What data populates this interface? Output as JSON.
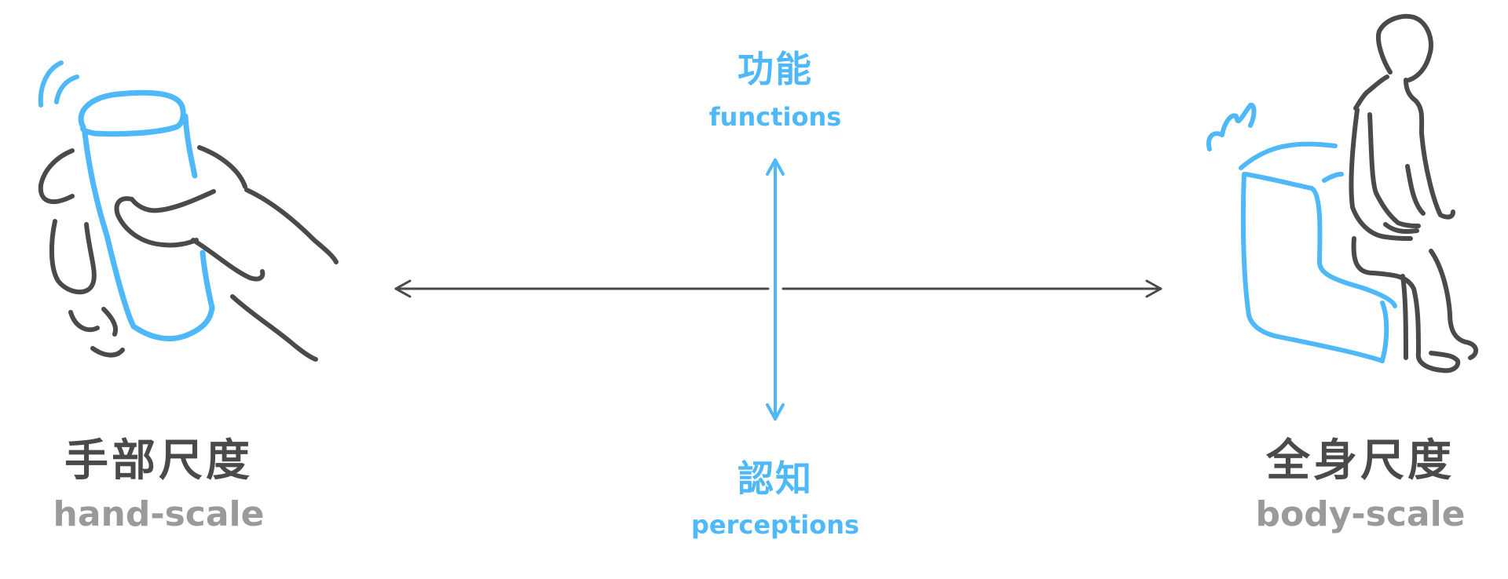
{
  "colors": {
    "accent_blue": "#4fb8f8",
    "dark_gray": "#4a4a4a",
    "light_gray": "#9a9a9a",
    "background": "#ffffff"
  },
  "axis": {
    "top": {
      "zh": "功能",
      "en": "functions"
    },
    "bottom": {
      "zh": "認知",
      "en": "perceptions"
    }
  },
  "left_pole": {
    "zh": "手部尺度",
    "en": "hand-scale",
    "icon": "hand-holding-cup-icon"
  },
  "right_pole": {
    "zh": "全身尺度",
    "en": "body-scale",
    "icon": "person-sitting-on-block-icon"
  }
}
